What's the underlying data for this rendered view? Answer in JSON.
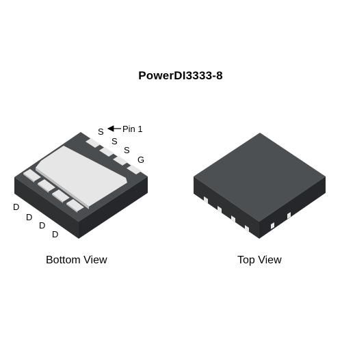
{
  "title": "PowerDI3333-8",
  "bottom_view": {
    "caption": "Bottom View",
    "pin1_marker": "Pin 1",
    "top_pin_labels": [
      "S",
      "S",
      "S",
      "G"
    ],
    "bottom_pin_labels": [
      "D",
      "D",
      "D",
      "D"
    ]
  },
  "top_view": {
    "caption": "Top View"
  },
  "colors": {
    "package_top": "#4d5052",
    "package_left": "#2e3032",
    "package_right": "#25272a",
    "pad": "#e6e6e6",
    "pad_shadow": "#bdbdbd"
  }
}
